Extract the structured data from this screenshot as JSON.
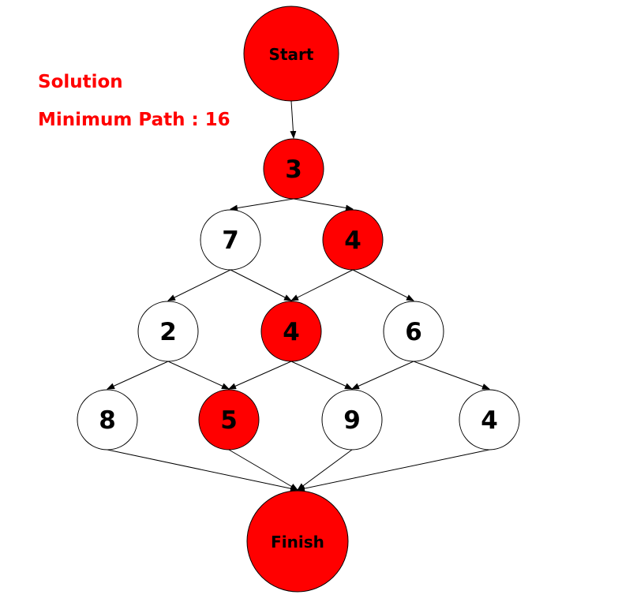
{
  "heading": "Solution",
  "result": "Minimum Path : 16",
  "colors": {
    "highlight": "#ff0000",
    "plain": "#ffffff",
    "outline": "#000000",
    "note_text": "#ff0000"
  },
  "nodes": [
    {
      "id": "start",
      "label": "Start",
      "highlighted": true
    },
    {
      "id": "r1-0",
      "label": "3",
      "highlighted": true
    },
    {
      "id": "r2-0",
      "label": "7",
      "highlighted": false
    },
    {
      "id": "r2-1",
      "label": "4",
      "highlighted": true
    },
    {
      "id": "r3-0",
      "label": "2",
      "highlighted": false
    },
    {
      "id": "r3-1",
      "label": "4",
      "highlighted": true
    },
    {
      "id": "r3-2",
      "label": "6",
      "highlighted": false
    },
    {
      "id": "r4-0",
      "label": "8",
      "highlighted": false
    },
    {
      "id": "r4-1",
      "label": "5",
      "highlighted": true
    },
    {
      "id": "r4-2",
      "label": "9",
      "highlighted": false
    },
    {
      "id": "r4-3",
      "label": "4",
      "highlighted": false
    },
    {
      "id": "finish",
      "label": "Finish",
      "highlighted": true
    }
  ],
  "edges": [
    {
      "from": "start",
      "to": "r1-0"
    },
    {
      "from": "r1-0",
      "to": "r2-0"
    },
    {
      "from": "r1-0",
      "to": "r2-1"
    },
    {
      "from": "r2-0",
      "to": "r3-0"
    },
    {
      "from": "r2-0",
      "to": "r3-1"
    },
    {
      "from": "r2-1",
      "to": "r3-1"
    },
    {
      "from": "r2-1",
      "to": "r3-2"
    },
    {
      "from": "r3-0",
      "to": "r4-0"
    },
    {
      "from": "r3-0",
      "to": "r4-1"
    },
    {
      "from": "r3-1",
      "to": "r4-1"
    },
    {
      "from": "r3-1",
      "to": "r4-2"
    },
    {
      "from": "r3-2",
      "to": "r4-2"
    },
    {
      "from": "r3-2",
      "to": "r4-3"
    },
    {
      "from": "r4-0",
      "to": "finish"
    },
    {
      "from": "r4-1",
      "to": "finish"
    },
    {
      "from": "r4-2",
      "to": "finish"
    },
    {
      "from": "r4-3",
      "to": "finish"
    }
  ]
}
